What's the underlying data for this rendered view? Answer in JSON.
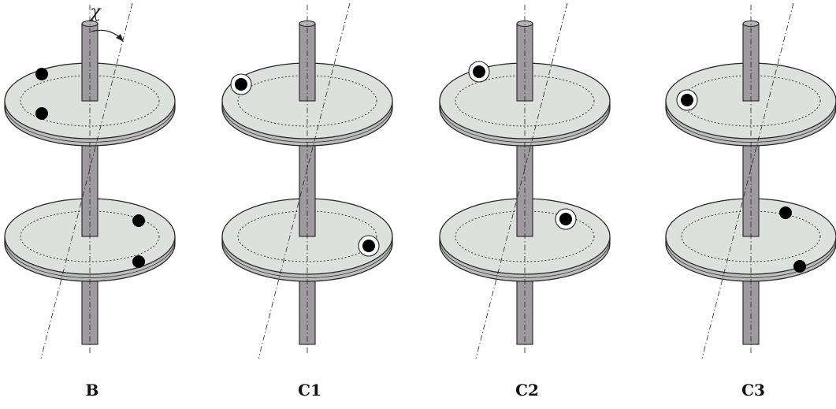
{
  "diagram": {
    "angle_symbol": "χ",
    "colors": {
      "disk_face": "#dde1dd",
      "disk_rim": "#bdbdbd",
      "shaft": "#9f9a9f",
      "outline": "#222222",
      "mass": "#000000",
      "halo": "#ffffff"
    },
    "panels": [
      {
        "label": "B",
        "upper_masses": [
          {
            "kind": "plain"
          },
          {
            "kind": "plain"
          }
        ],
        "lower_masses": [
          {
            "kind": "plain"
          },
          {
            "kind": "plain"
          }
        ]
      },
      {
        "label": "C1",
        "upper_masses": [
          {
            "kind": "ringed"
          }
        ],
        "lower_masses": [
          {
            "kind": "ringed"
          }
        ]
      },
      {
        "label": "C2",
        "upper_masses": [
          {
            "kind": "ringed"
          }
        ],
        "lower_masses": [
          {
            "kind": "ringed"
          }
        ]
      },
      {
        "label": "C3",
        "upper_masses": [
          {
            "kind": "ringed"
          }
        ],
        "lower_masses": [
          {
            "kind": "plain"
          },
          {
            "kind": "plain"
          }
        ]
      }
    ]
  }
}
